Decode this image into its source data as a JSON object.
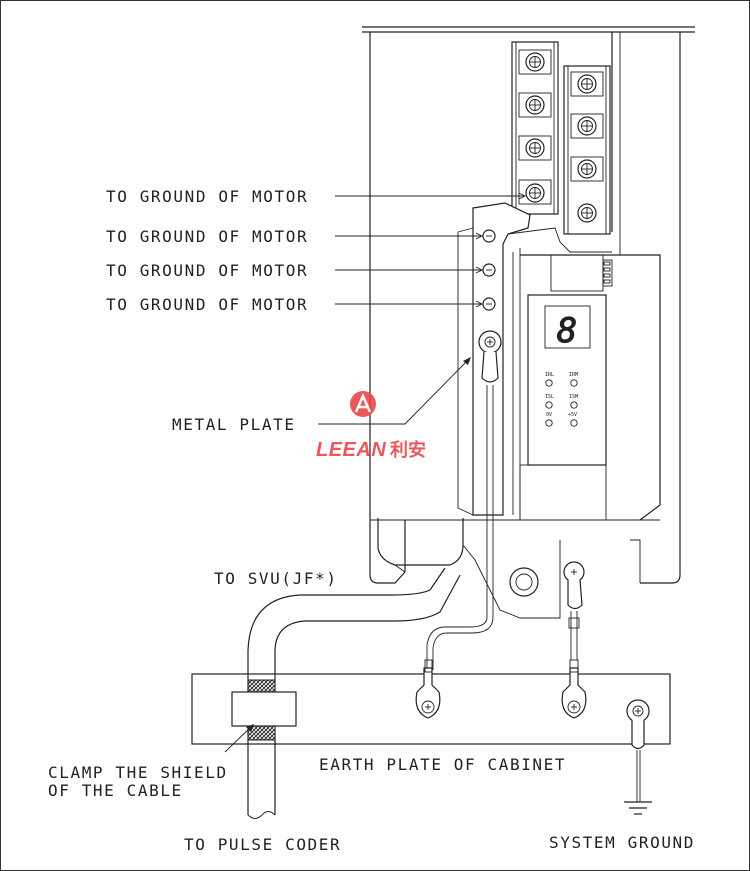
{
  "labels": {
    "motor_ground_1": "TO GROUND OF MOTOR",
    "motor_ground_2": "TO GROUND OF MOTOR",
    "motor_ground_3": "TO GROUND OF MOTOR",
    "motor_ground_4": "TO GROUND OF MOTOR",
    "metal_plate": "METAL PLATE",
    "to_svu": "TO SVU(JF*)",
    "clamp_line1": "CLAMP THE SHIELD",
    "clamp_line2": "OF THE CABLE",
    "earth_plate": "EARTH PLATE OF CABINET",
    "to_pulse_coder": "TO PULSE CODER",
    "system_ground": "SYSTEM GROUND"
  },
  "watermark": {
    "brand_latin": "LEEAN",
    "brand_cjk": "利安",
    "color": "#e8474a"
  },
  "display": {
    "digit": "8"
  },
  "leds": [
    {
      "label": "IRL"
    },
    {
      "label": "IRM"
    },
    {
      "label": "ISL"
    },
    {
      "label": "ISM"
    },
    {
      "label": "0V"
    },
    {
      "label": "+5V"
    }
  ],
  "colors": {
    "line": "#222222",
    "background": "#ffffff"
  }
}
